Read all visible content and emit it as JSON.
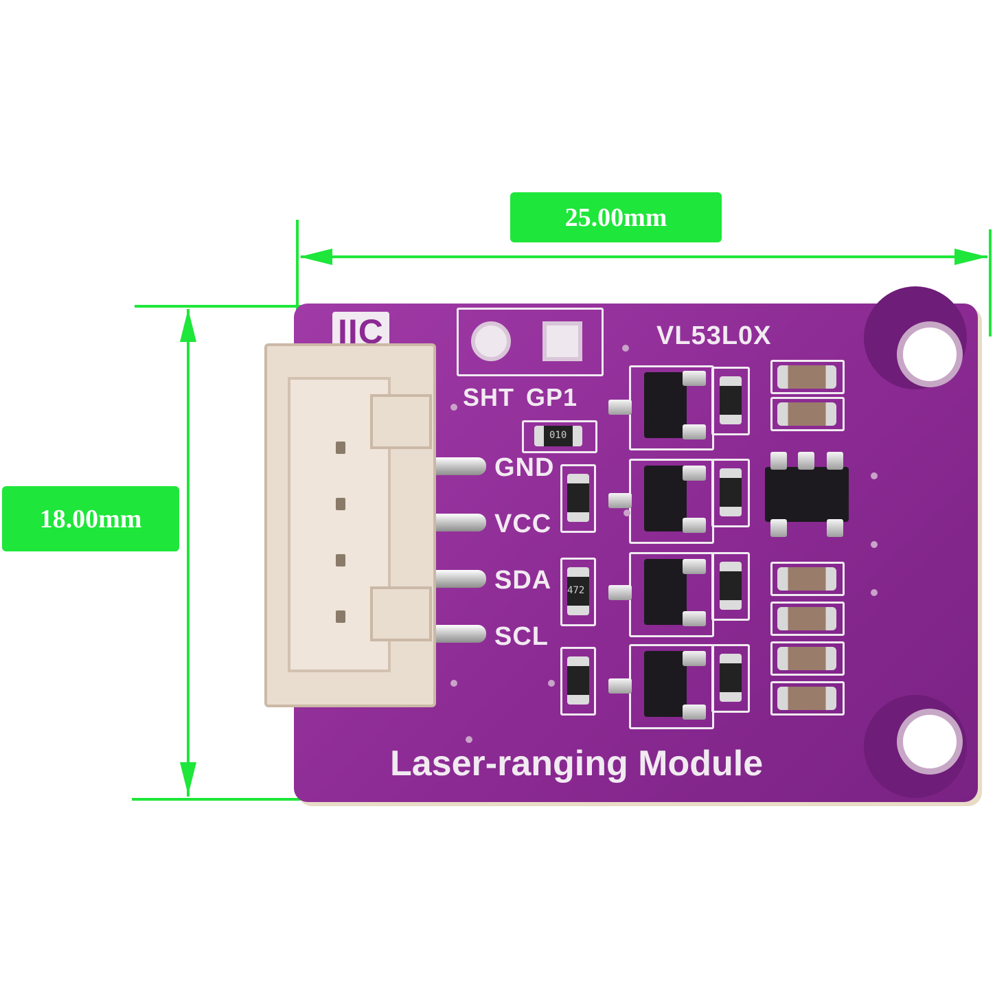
{
  "dimensions": {
    "width_label": "25.00mm",
    "height_label": "18.00mm",
    "color": "#1ee63a"
  },
  "board": {
    "title": "Laser-ranging Module",
    "chip": "VL53L0X",
    "interface": "IIC",
    "jumper_label": "SHT GP1",
    "pins": [
      "GND",
      "VCC",
      "SDA",
      "SCL"
    ],
    "component_marks": {
      "res_010": "010",
      "res_472": "472"
    },
    "pcb_color": "#8b2a93"
  }
}
